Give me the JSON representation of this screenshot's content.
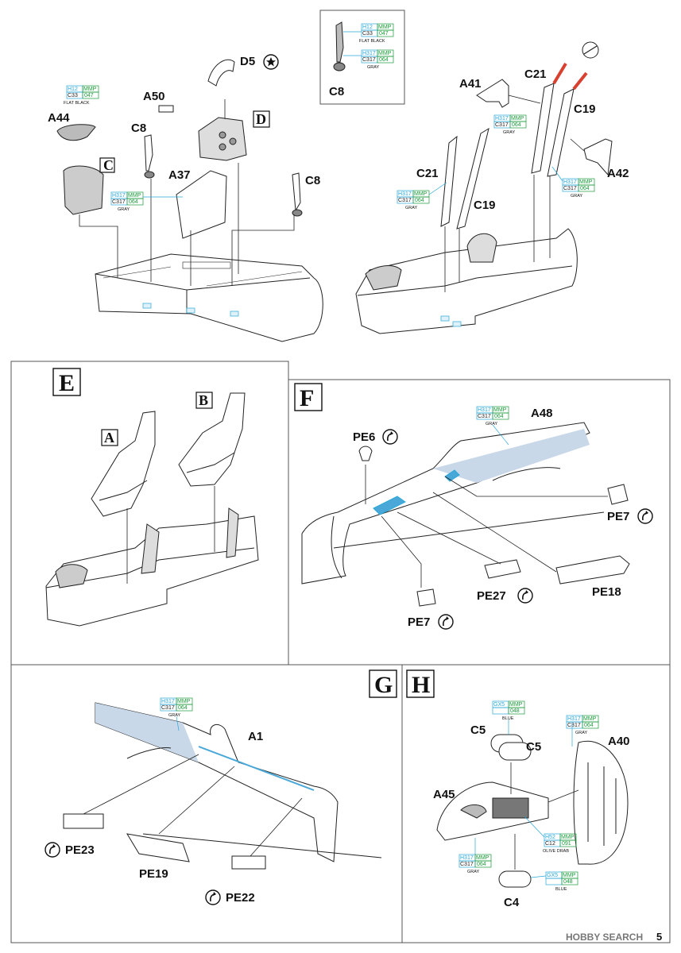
{
  "page_number": "5",
  "watermark": "HOBBY SEARCH",
  "colors": {
    "line": "#222222",
    "cyan": "#29a8d8",
    "green": "#1a9a3a",
    "highlight": "#c8d8e8",
    "red": "#d84030"
  },
  "paint_codes": {
    "h12_c33": {
      "h": "H12",
      "mmp": "MMP",
      "c": "C33",
      "num": "047",
      "name": "FLAT BLACK"
    },
    "h317_c317": {
      "h": "H317",
      "mmp": "MMP",
      "c": "C317",
      "num": "064",
      "name": "GRAY"
    },
    "gx5": {
      "h": "GX5",
      "mmp": "MMP",
      "num": "048",
      "name": "BLUE"
    },
    "h52_c12": {
      "h": "H52",
      "mmp": "MMP",
      "c": "C12",
      "num": "091",
      "name": "OLIVE DRAB"
    }
  },
  "parts": {
    "c8": "C8",
    "d5": "D5",
    "a50": "A50",
    "a44": "A44",
    "a37": "A37",
    "a41": "A41",
    "c21": "C21",
    "c19": "C19",
    "a42": "A42",
    "a48": "A48",
    "pe6": "PE6",
    "pe7": "PE7",
    "pe27": "PE27",
    "pe18": "PE18",
    "a1": "A1",
    "pe23": "PE23",
    "pe19": "PE19",
    "pe22": "PE22",
    "c5": "C5",
    "a40": "A40",
    "a45": "A45",
    "c4": "C4"
  },
  "callouts": {
    "c": "C",
    "d": "D",
    "a": "A",
    "b": "B"
  },
  "steps": {
    "e": "E",
    "f": "F",
    "g": "G",
    "h": "H"
  }
}
